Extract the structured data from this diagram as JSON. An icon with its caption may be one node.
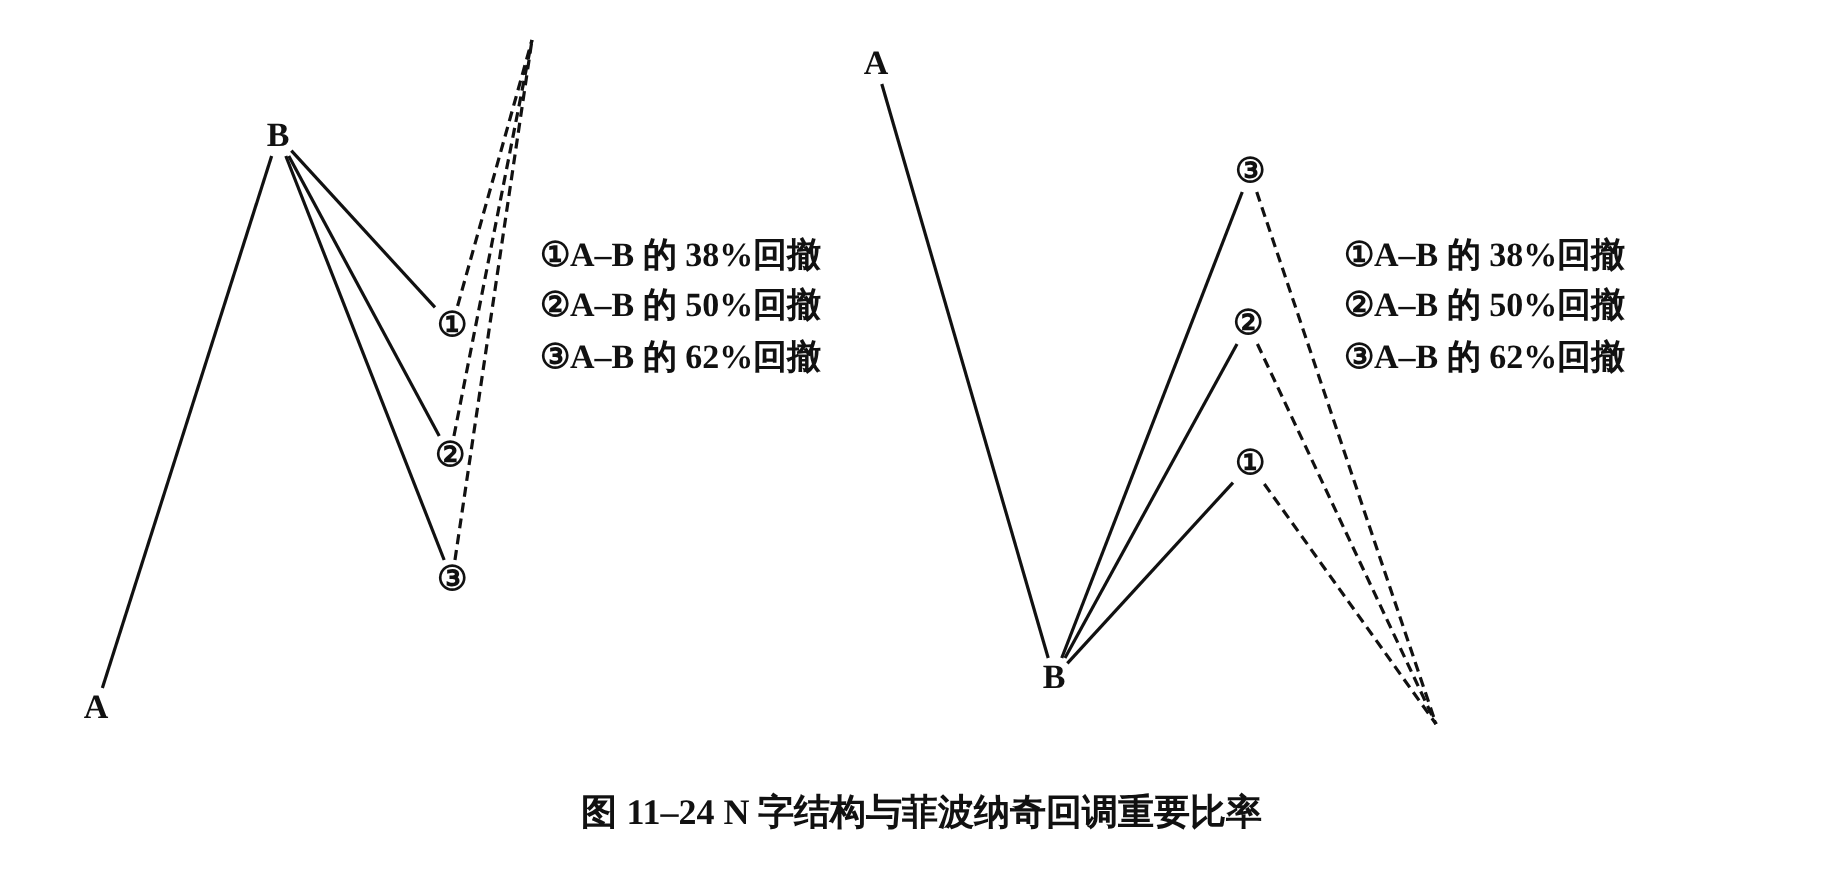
{
  "diagram": {
    "caption": "图 11–24 N 字结构与菲波纳奇回调重要比率",
    "nodes": [
      {
        "text": [
          "A"
        ]
      },
      {
        "text": [
          "B"
        ]
      },
      {
        "text": [
          "①"
        ]
      },
      {
        "text": [
          "②"
        ]
      },
      {
        "text": [
          "③"
        ]
      },
      {
        "text": [
          "A"
        ]
      },
      {
        "text": [
          "B"
        ]
      },
      {
        "text": [
          "③"
        ]
      },
      {
        "text": [
          "②"
        ]
      },
      {
        "text": [
          "①"
        ]
      }
    ],
    "edges": [
      {
        "from": 0,
        "to": 1,
        "arrow": "none"
      },
      {
        "from": 1,
        "to": 2,
        "arrow": "none"
      },
      {
        "from": 1,
        "to": 3,
        "arrow": "none"
      },
      {
        "from": 1,
        "to": 4,
        "arrow": "none"
      },
      {
        "from": 2,
        "to": null,
        "arrow": "none",
        "style": "dashed"
      },
      {
        "from": 3,
        "to": null,
        "arrow": "none",
        "style": "dashed"
      },
      {
        "from": 4,
        "to": null,
        "arrow": "none",
        "style": "dashed"
      },
      {
        "from": 5,
        "to": 6,
        "arrow": "none"
      },
      {
        "from": 6,
        "to": 9,
        "arrow": "none"
      },
      {
        "from": 6,
        "to": 8,
        "arrow": "none"
      },
      {
        "from": 6,
        "to": 7,
        "arrow": "none"
      },
      {
        "from": 9,
        "to": null,
        "arrow": "none",
        "style": "dashed"
      },
      {
        "from": 8,
        "to": null,
        "arrow": "none",
        "style": "dashed"
      },
      {
        "from": 7,
        "to": null,
        "arrow": "none",
        "style": "dashed"
      }
    ],
    "labels": [
      "①A–B 的 38%回撤",
      "②A–B 的 50%回撤",
      "③A–B 的 62%回撤",
      "①A–B 的 38%回撤",
      "②A–B 的 50%回撤",
      "③A–B 的 62%回撤"
    ]
  }
}
